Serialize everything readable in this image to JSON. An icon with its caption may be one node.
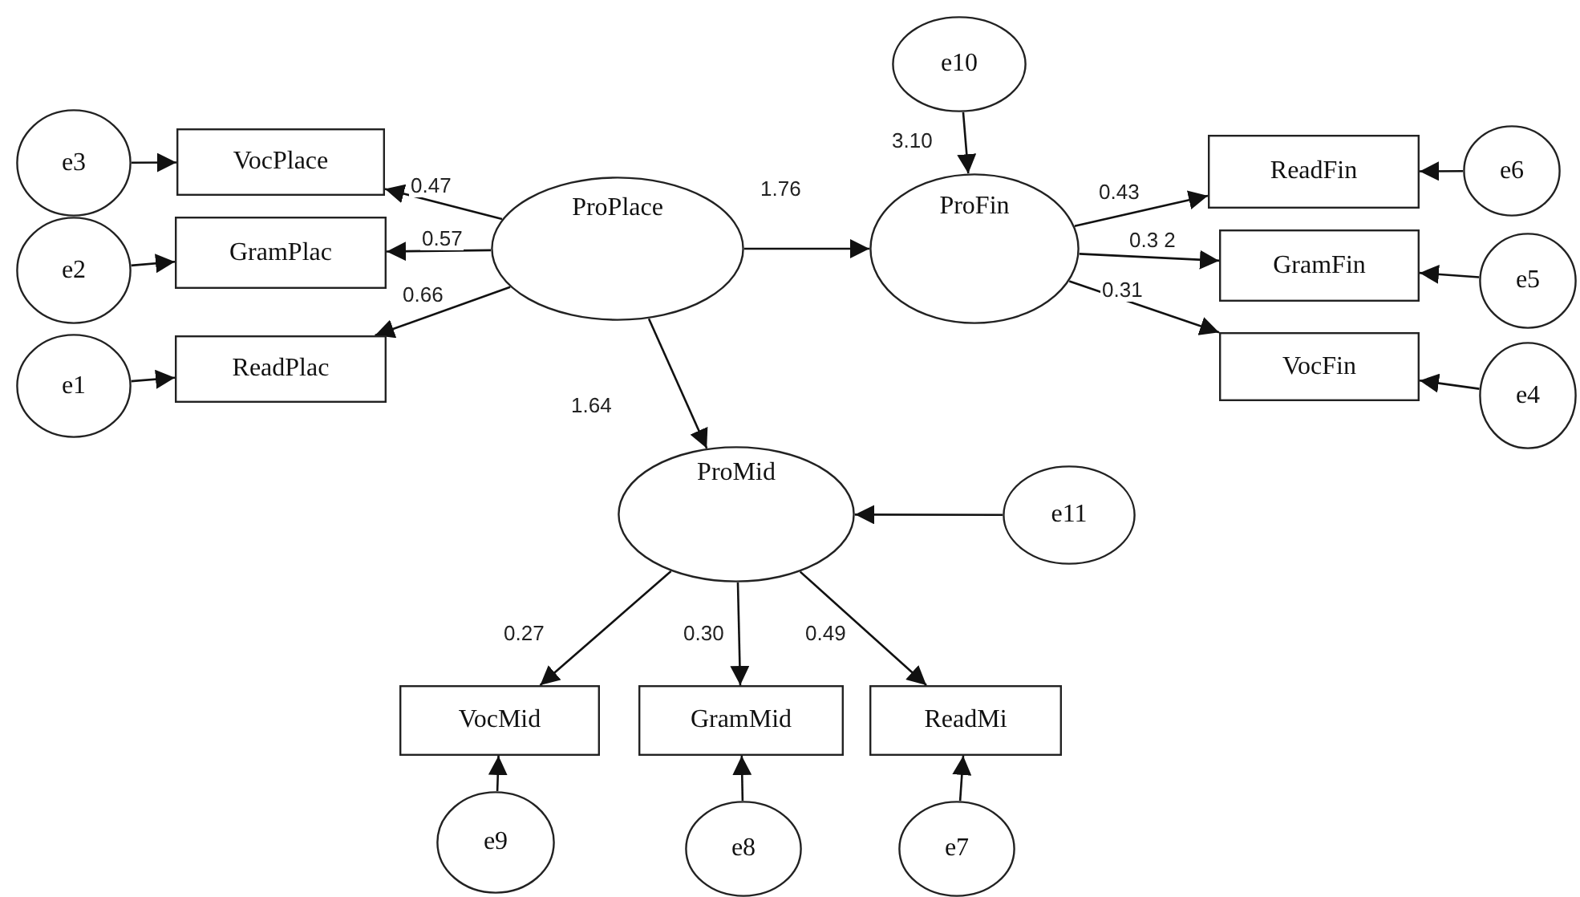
{
  "diagram": {
    "nodes": [
      {
        "text": [
          "e10"
        ]
      },
      {
        "text": [
          "e3"
        ]
      },
      {
        "text": [
          "VocPlace"
        ]
      },
      {
        "text": [
          "ReadFin"
        ]
      },
      {
        "text": [
          "e6"
        ]
      },
      {
        "text": [
          "ProPlace"
        ]
      },
      {
        "text": [
          "ProFin"
        ]
      },
      {
        "text": [
          "e2"
        ]
      },
      {
        "text": [
          "GramPlac"
        ]
      },
      {
        "text": [
          "GramFin"
        ]
      },
      {
        "text": [
          "e5"
        ]
      },
      {
        "text": [
          "e1"
        ]
      },
      {
        "text": [
          "ReadPlac"
        ]
      },
      {
        "text": [
          "VocFin"
        ]
      },
      {
        "text": [
          "e4"
        ]
      },
      {
        "text": [
          "ProMid"
        ]
      },
      {
        "text": [
          "e11"
        ]
      },
      {
        "text": [
          "VocMid"
        ]
      },
      {
        "text": [
          "GramMid"
        ]
      },
      {
        "text": [
          "ReadMi"
        ]
      },
      {
        "text": [
          "e9"
        ]
      },
      {
        "text": [
          "e8"
        ]
      },
      {
        "text": [
          "e7"
        ]
      }
    ],
    "edges": [
      {
        "from": 5,
        "to": 2,
        "arrow": "to",
        "label": "0.47"
      },
      {
        "from": 5,
        "to": 8,
        "arrow": "to",
        "label": "0.57"
      },
      {
        "from": 5,
        "to": 12,
        "arrow": "to",
        "label": "0.66"
      },
      {
        "from": 5,
        "to": 6,
        "arrow": "to",
        "label": "1.76"
      },
      {
        "from": 5,
        "to": 15,
        "arrow": "to",
        "label": "1.64"
      },
      {
        "from": 0,
        "to": 6,
        "arrow": "to",
        "label": "3.10"
      },
      {
        "from": 6,
        "to": 3,
        "arrow": "to",
        "label": "0.43"
      },
      {
        "from": 6,
        "to": 9,
        "arrow": "to",
        "label": "0.3 2"
      },
      {
        "from": 6,
        "to": 13,
        "arrow": "to",
        "label": "0.31"
      },
      {
        "from": 15,
        "to": 17,
        "arrow": "to",
        "label": "0.27"
      },
      {
        "from": 15,
        "to": 18,
        "arrow": "to",
        "label": "0.30"
      },
      {
        "from": 15,
        "to": 19,
        "arrow": "to",
        "label": "0.49"
      },
      {
        "from": 16,
        "to": 15,
        "arrow": "to"
      },
      {
        "from": 1,
        "to": 2,
        "arrow": "to"
      },
      {
        "from": 7,
        "to": 8,
        "arrow": "to"
      },
      {
        "from": 11,
        "to": 12,
        "arrow": "to"
      },
      {
        "from": 4,
        "to": 3,
        "arrow": "to"
      },
      {
        "from": 10,
        "to": 9,
        "arrow": "to"
      },
      {
        "from": 14,
        "to": 13,
        "arrow": "to"
      },
      {
        "from": 20,
        "to": 17,
        "arrow": "to"
      },
      {
        "from": 21,
        "to": 18,
        "arrow": "to"
      },
      {
        "from": 22,
        "to": 19,
        "arrow": "to"
      }
    ]
  }
}
